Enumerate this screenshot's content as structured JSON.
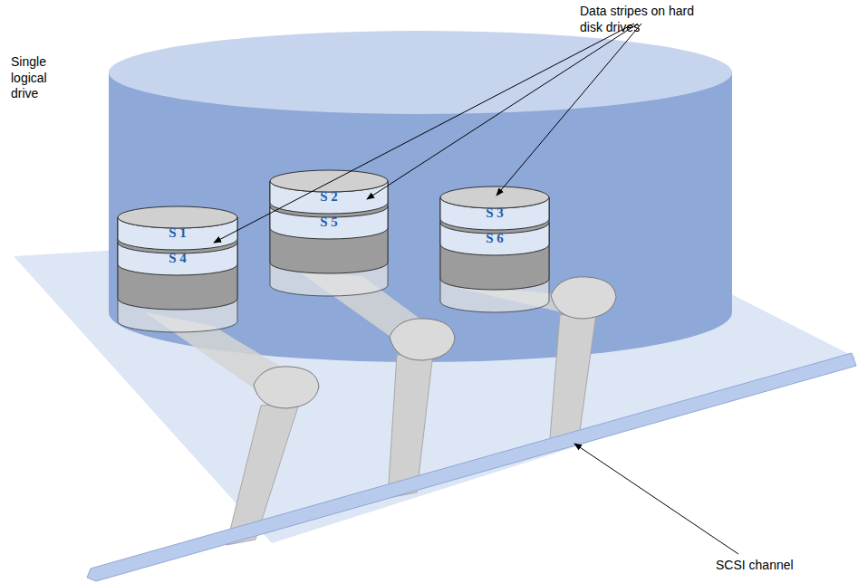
{
  "diagram": {
    "nodes": [
      {
        "text": [
          "S 1"
        ]
      },
      {
        "text": [
          "S 2"
        ]
      },
      {
        "text": [
          "S 3"
        ]
      },
      {
        "text": [
          "S 4"
        ]
      },
      {
        "text": [
          "S 5"
        ]
      },
      {
        "text": [
          "S 6"
        ]
      }
    ],
    "labels": [
      "Data stripes on hard disk drives",
      "Single logical drive",
      "SCSI channel"
    ]
  }
}
